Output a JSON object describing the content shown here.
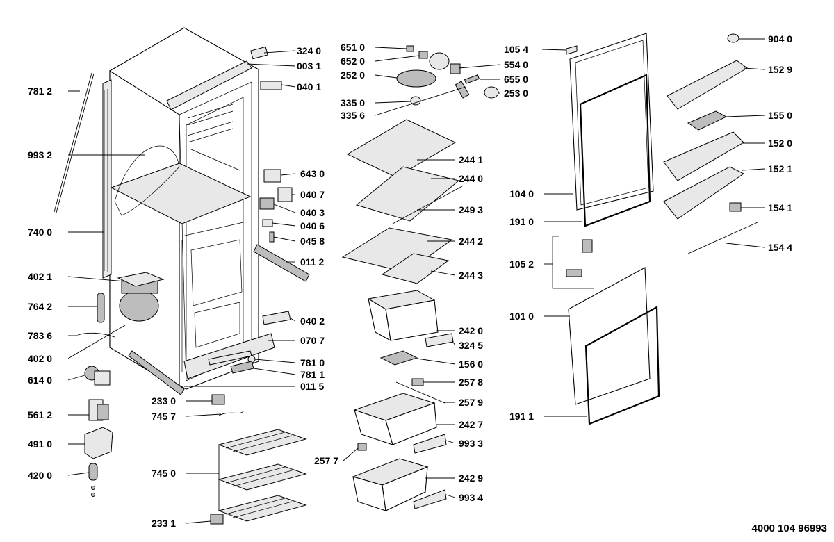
{
  "labels": {
    "l_324_0": "324 0",
    "l_003_1": "003 1",
    "l_040_1": "040 1",
    "l_781_2": "781 2",
    "l_993_2": "993 2",
    "l_643_0": "643 0",
    "l_040_7": "040 7",
    "l_040_3": "040 3",
    "l_040_6": "040 6",
    "l_045_8": "045 8",
    "l_740_0": "740 0",
    "l_011_2": "011 2",
    "l_402_1": "402 1",
    "l_764_2": "764 2",
    "l_783_6": "783 6",
    "l_040_2": "040 2",
    "l_070_7": "070 7",
    "l_402_0": "402 0",
    "l_781_0": "781 0",
    "l_781_1": "781 1",
    "l_614_0": "614 0",
    "l_011_5": "011 5",
    "l_233_0": "233 0",
    "l_745_7": "745 7",
    "l_561_2": "561 2",
    "l_491_0": "491 0",
    "l_420_0": "420 0",
    "l_745_0": "745 0",
    "l_233_1": "233 1",
    "l_651_0": "651 0",
    "l_652_0": "652 0",
    "l_252_0": "252 0",
    "l_335_0": "335 0",
    "l_335_6": "335 6",
    "l_554_0": "554 0",
    "l_655_0": "655 0",
    "l_253_0": "253 0",
    "l_244_1": "244 1",
    "l_244_0": "244 0",
    "l_249_3": "249 3",
    "l_244_2": "244 2",
    "l_244_3": "244 3",
    "l_242_0": "242 0",
    "l_324_5": "324 5",
    "l_156_0": "156 0",
    "l_257_8": "257 8",
    "l_257_9": "257 9",
    "l_242_7": "242 7",
    "l_993_3": "993 3",
    "l_257_7": "257 7",
    "l_242_9": "242 9",
    "l_993_4": "993 4",
    "l_105_4": "105 4",
    "l_104_0": "104 0",
    "l_191_0": "191 0",
    "l_105_2": "105 2",
    "l_101_0": "101 0",
    "l_191_1": "191 1",
    "l_904_0": "904 0",
    "l_152_9": "152 9",
    "l_155_0": "155 0",
    "l_152_0": "152 0",
    "l_152_1": "152 1",
    "l_154_1": "154 1",
    "l_154_4": "154 4"
  },
  "document_number": "4000 104 96993"
}
